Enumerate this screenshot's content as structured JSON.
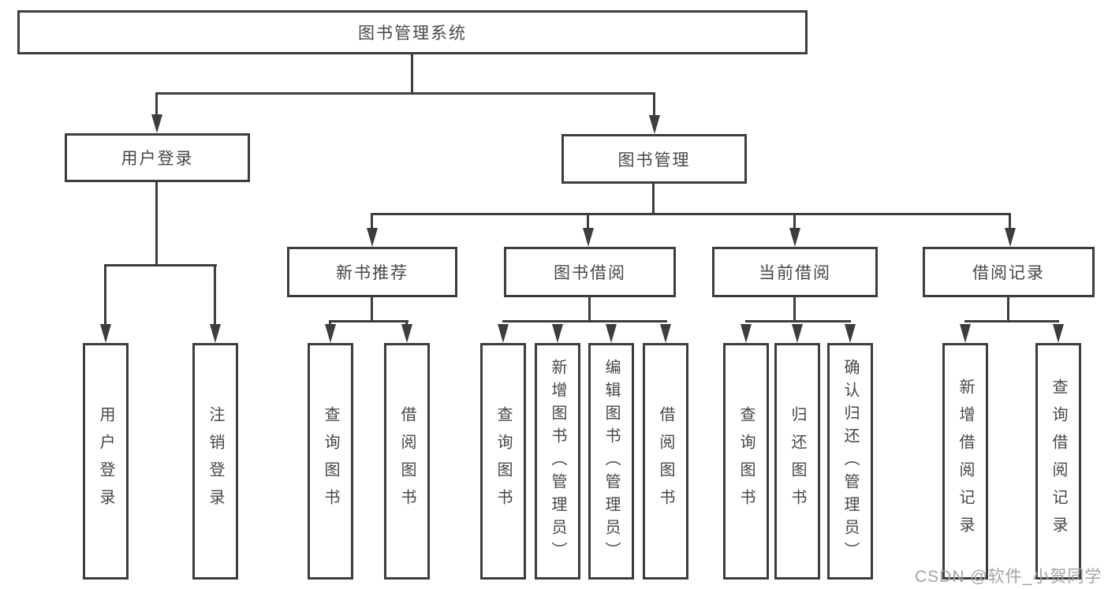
{
  "diagram": {
    "root": {
      "label": "图书管理系统"
    },
    "level1": [
      {
        "label": "用户登录",
        "children": [
          {
            "label": "用户登录"
          },
          {
            "label": "注销登录"
          }
        ]
      },
      {
        "label": "图书管理",
        "children": [
          {
            "label": "新书推荐",
            "children": [
              {
                "label": "查询图书"
              },
              {
                "label": "借阅图书"
              }
            ]
          },
          {
            "label": "图书借阅",
            "children": [
              {
                "label": "查询图书"
              },
              {
                "label": "新增图书（管理员）"
              },
              {
                "label": "编辑图书（管理员）"
              },
              {
                "label": "借阅图书"
              }
            ]
          },
          {
            "label": "当前借阅",
            "children": [
              {
                "label": "查询图书"
              },
              {
                "label": "归还图书"
              },
              {
                "label": "确认归还（管理员）"
              }
            ]
          },
          {
            "label": "借阅记录",
            "children": [
              {
                "label": "新增借阅记录"
              },
              {
                "label": "查询借阅记录"
              }
            ]
          }
        ]
      }
    ]
  },
  "watermark": {
    "text": "CSDN @软件_小贺同学"
  },
  "colors": {
    "line": "#3d3d3d",
    "text": "#474747",
    "watermark": "#a3a3a3",
    "node_background": "#ffffff",
    "page_background": "#ffffff"
  }
}
